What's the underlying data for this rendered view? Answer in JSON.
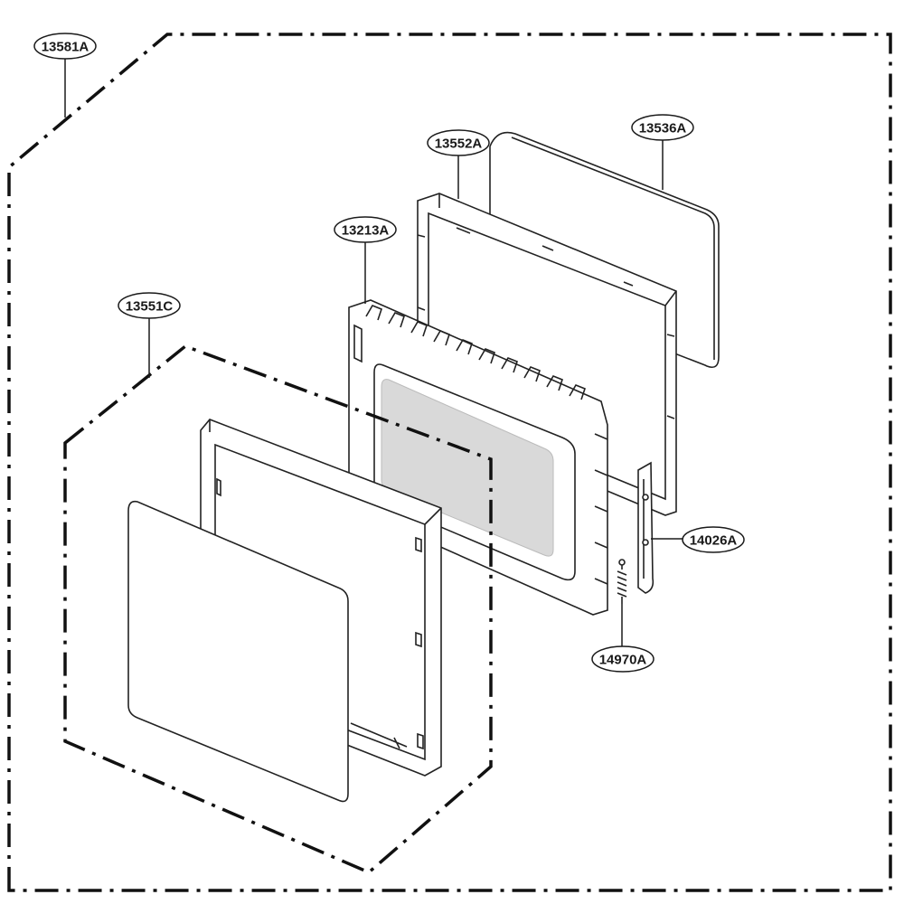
{
  "diagram": {
    "callouts": [
      {
        "id": "c-13581A",
        "label": "13581A"
      },
      {
        "id": "c-13552A",
        "label": "13552A"
      },
      {
        "id": "c-13536A",
        "label": "13536A"
      },
      {
        "id": "c-13213A",
        "label": "13213A"
      },
      {
        "id": "c-13551C",
        "label": "13551C"
      },
      {
        "id": "c-14026A",
        "label": "14026A"
      },
      {
        "id": "c-14970A",
        "label": "14970A"
      }
    ],
    "colors": {
      "line": "#222222",
      "window": "#d9d9d9",
      "background": "#ffffff"
    }
  }
}
